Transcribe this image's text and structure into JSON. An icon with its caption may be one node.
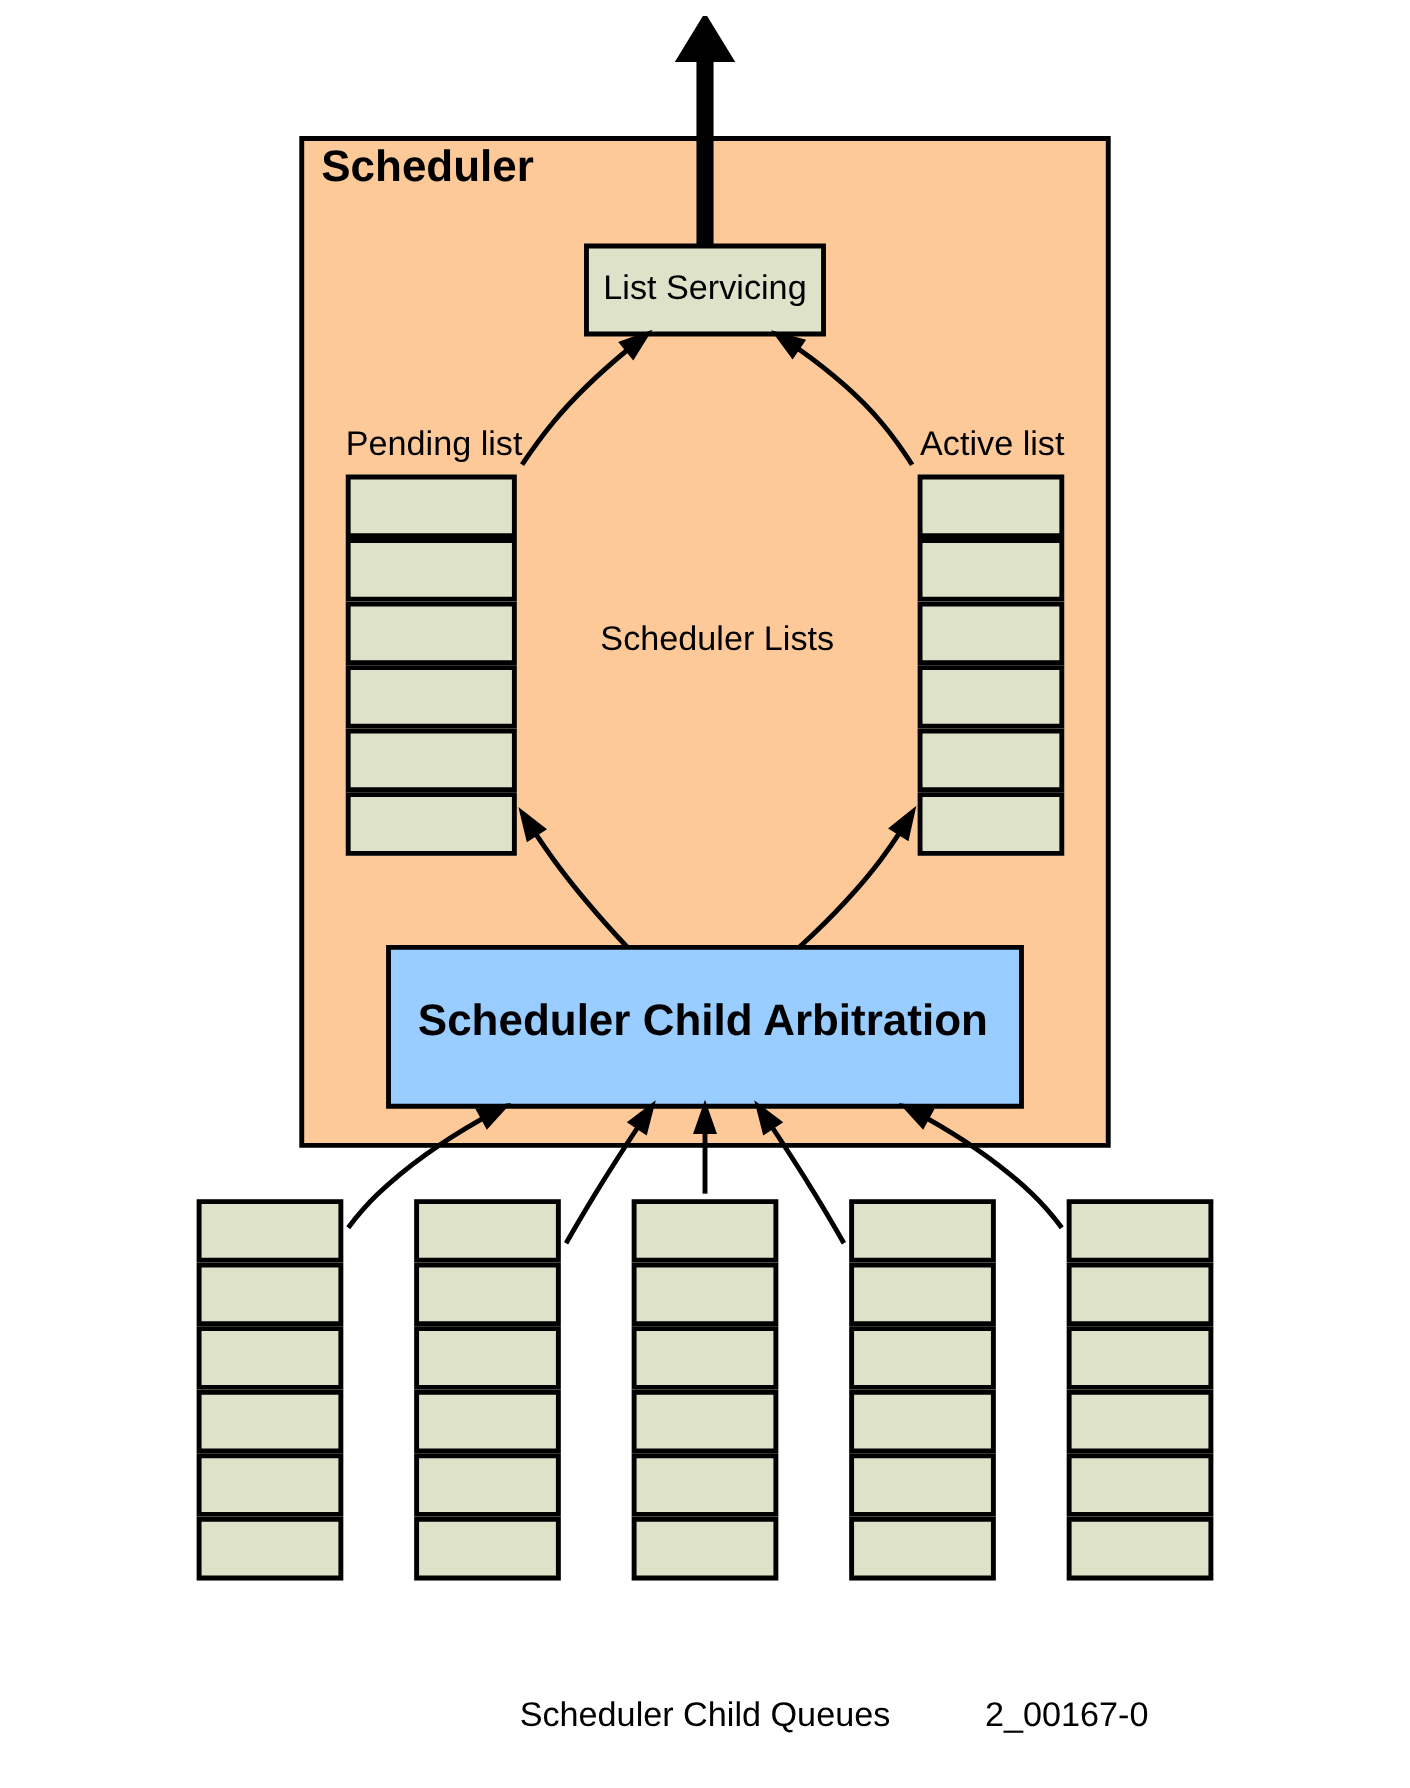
{
  "diagram": {
    "nodes": [
      {
        "text": [
          "Scheduler"
        ]
      },
      {
        "text": [
          "List Servicing"
        ],
        "in": 0
      },
      {
        "text": [
          "Pending list"
        ],
        "in": 0
      },
      {
        "text": [
          "Active list"
        ],
        "in": 0
      },
      {
        "text": [
          "Scheduler Child Arbitration"
        ],
        "in": 0
      },
      {
        "text": [],
        "shape": "box"
      },
      {
        "text": [],
        "shape": "box"
      },
      {
        "text": [],
        "shape": "box"
      },
      {
        "text": [],
        "shape": "box"
      },
      {
        "text": [],
        "shape": "box"
      }
    ],
    "edges": [
      {
        "from": 1,
        "to": null,
        "arrow": "to",
        "style": "thick"
      },
      {
        "from": 2,
        "to": 1,
        "arrow": "to"
      },
      {
        "from": 3,
        "to": 1,
        "arrow": "to"
      },
      {
        "from": 4,
        "to": 2,
        "arrow": "to"
      },
      {
        "from": 4,
        "to": 3,
        "arrow": "to"
      },
      {
        "from": 5,
        "to": 4,
        "arrow": "to"
      },
      {
        "from": 6,
        "to": 4,
        "arrow": "to"
      },
      {
        "from": 7,
        "to": 4,
        "arrow": "to"
      },
      {
        "from": 8,
        "to": 4,
        "arrow": "to"
      },
      {
        "from": 9,
        "to": 4,
        "arrow": "to"
      }
    ],
    "labels": [
      "Scheduler Lists",
      "Scheduler Child Queues",
      "2_00167-0"
    ]
  }
}
